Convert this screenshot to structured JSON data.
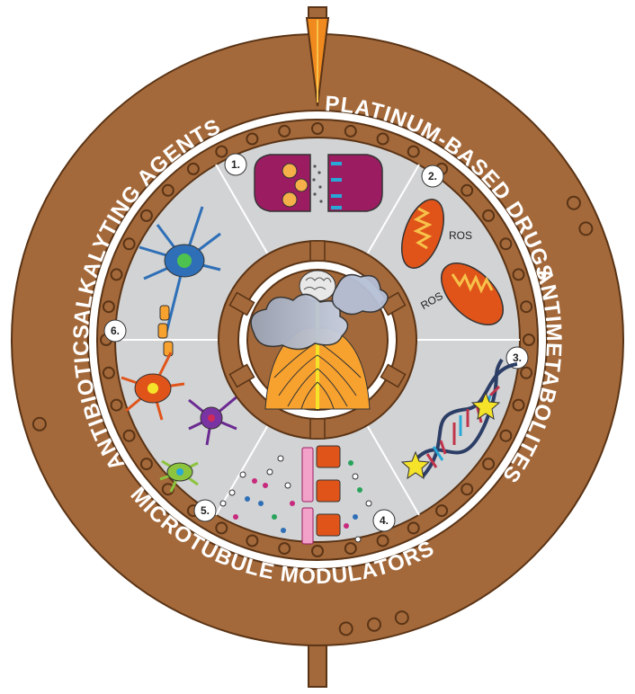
{
  "ring_labels": {
    "alkylating": "ALKALYTING AGENTS",
    "platinum": "PLATINUM-BASED DRUGS",
    "antimetabolites": "ANTIMETABOLITES",
    "microtubule": "MICROTUBULE MODULATORS",
    "antibiotics": "ANTIBIOTICS"
  },
  "segments": [
    {
      "number": "1.",
      "content": "synapse-icon"
    },
    {
      "number": "2.",
      "content": "mitochondria-icon"
    },
    {
      "number": "3.",
      "content": "dna-icon"
    },
    {
      "number": "4.",
      "content": "cells-icon"
    },
    {
      "number": "5.",
      "content": "glial-cells-icon"
    },
    {
      "number": "6.",
      "content": "neuron-icon"
    }
  ],
  "ros_labels": [
    "ROS",
    "ROS"
  ],
  "colors": {
    "ring": "#a4693a",
    "ring_dark": "#6b3c18",
    "sector": "#d2d3d5",
    "pointer": "#f08a1e",
    "nerve": "#f7a12e",
    "synapse": "#9c1c62"
  }
}
